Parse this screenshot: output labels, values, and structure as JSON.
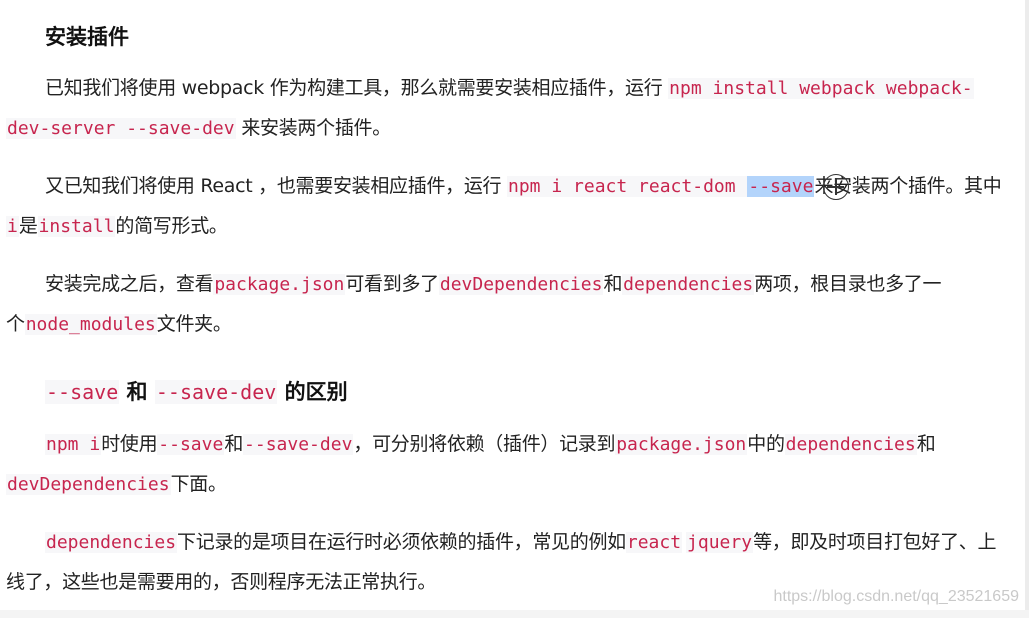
{
  "section1": {
    "heading": "安装插件",
    "p1": {
      "text1": "已知我们将使用 webpack 作为构建工具，那么就需要安装相应插件，运行 ",
      "code1a": "npm install webpack webpack-",
      "code1b": "dev-server --save-dev",
      "text2": " 来安装两个插件。"
    },
    "p2": {
      "text1": "又已知我们将使用 React ，也需要安装相应插件，运行 ",
      "code1": "npm i react react-dom ",
      "code_selected": "--save",
      "text2": "来安装两个插件。其中",
      "code2": "i",
      "text3": "是",
      "code3": "install",
      "text4": "的简写形式。"
    },
    "p3": {
      "text1": "安装完成之后，查看",
      "code1": "package.json",
      "text2": "可看到多了",
      "code2": "devDependencies",
      "text3": "和",
      "code3": "dependencies",
      "text4": "两项，根目录也多了一",
      "text5": "个",
      "code4": "node_modules",
      "text6": "文件夹。"
    }
  },
  "section2": {
    "heading_code1": "--save",
    "heading_text1": " 和 ",
    "heading_code2": "--save-dev",
    "heading_text2": " 的区别",
    "p1": {
      "code1": "npm i",
      "text1": "时使用",
      "code2": "--save",
      "text2": "和",
      "code3": "--save-dev",
      "text3": "，可分别将依赖（插件）记录到",
      "code4": "package.json",
      "text4": "中的",
      "code5": "dependencies",
      "text5": "和",
      "code6": "devDependencies",
      "text6": "下面。"
    },
    "p2": {
      "code1": "dependencies",
      "text1": "下记录的是项目在运行时必须依赖的插件，常见的例如",
      "code2": "react",
      "code3": "jquery",
      "text2": "等，即及时项目打包好了、上",
      "text3": "线了，这些也是需要用的，否则程序无法正常执行。"
    }
  },
  "watermark": "https://blog.csdn.net/qq_23521659",
  "icons": {
    "cursor": "crosshair-cursor-icon"
  },
  "colors": {
    "code_text": "#c7254e",
    "code_bg": "#f7f7f9",
    "selection": "#b3d4fb"
  }
}
